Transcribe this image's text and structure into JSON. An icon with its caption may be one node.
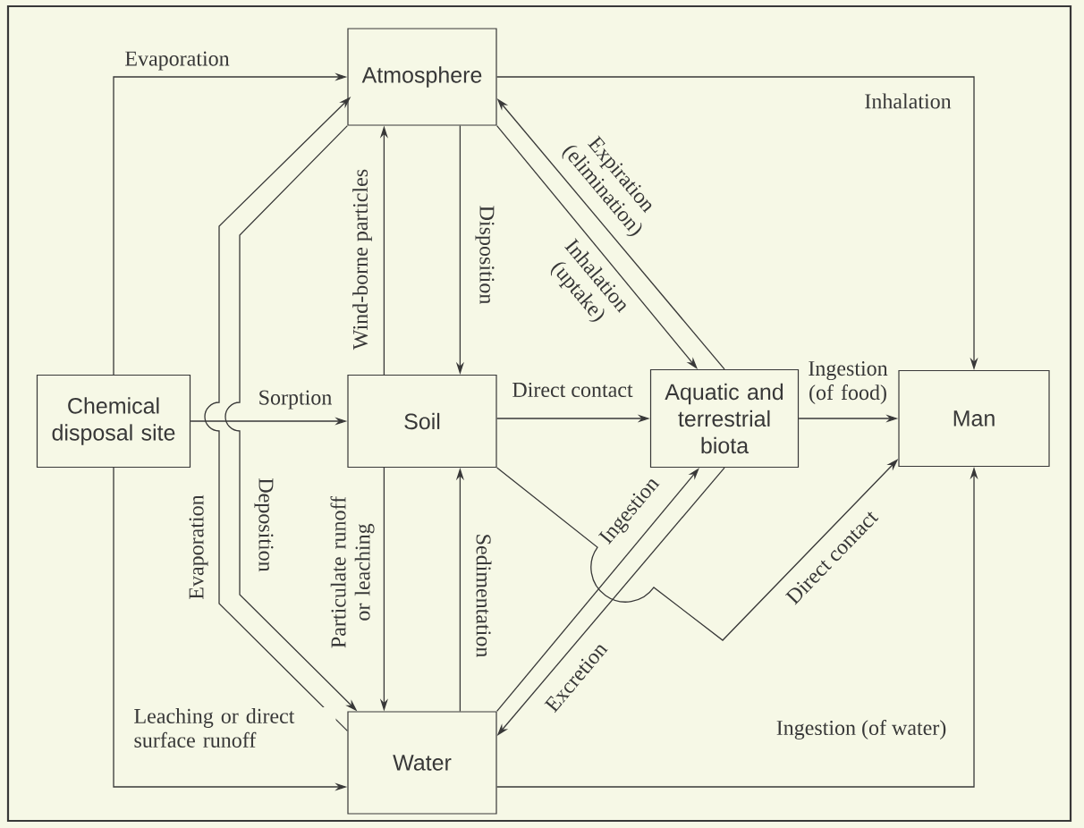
{
  "diagram": {
    "nodes": [
      {
        "text": [
          "Chemical disposal site"
        ]
      },
      {
        "text": [
          "Atmosphere"
        ]
      },
      {
        "text": [
          "Soil"
        ]
      },
      {
        "text": [
          "Aquatic and terrestrial biota"
        ]
      },
      {
        "text": [
          "Man"
        ]
      },
      {
        "text": [
          "Water"
        ]
      }
    ],
    "edges": [
      {
        "from": 0,
        "to": 1,
        "arrow": "to",
        "label": "Evaporation"
      },
      {
        "from": 0,
        "to": 5,
        "arrow": "to",
        "label": "Leaching or direct surface runoff"
      },
      {
        "from": 0,
        "to": 2,
        "arrow": "to",
        "label": "Sorption"
      },
      {
        "from": 5,
        "to": 1,
        "arrow": "to",
        "label": "Evaporation"
      },
      {
        "from": 1,
        "to": 5,
        "arrow": "to",
        "label": "Deposition"
      },
      {
        "from": 2,
        "to": 1,
        "arrow": "to",
        "label": "Wind-borne particles"
      },
      {
        "from": 1,
        "to": 2,
        "arrow": "to",
        "label": "Disposition"
      },
      {
        "from": 2,
        "to": 5,
        "arrow": "to",
        "label": "Particulate runoff or leaching"
      },
      {
        "from": 5,
        "to": 2,
        "arrow": "to",
        "label": "Sedimentation"
      },
      {
        "from": 2,
        "to": 3,
        "arrow": "to",
        "label": "Direct contact"
      },
      {
        "from": 1,
        "to": 4,
        "arrow": "to",
        "label": "Inhalation"
      },
      {
        "from": 3,
        "to": 1,
        "arrow": "to",
        "label": "Expiration (elimination)"
      },
      {
        "from": 1,
        "to": 3,
        "arrow": "to",
        "label": "Inhalation (uptake)"
      },
      {
        "from": 3,
        "to": 4,
        "arrow": "to",
        "label": "Ingestion (of food)"
      },
      {
        "from": 5,
        "to": 3,
        "arrow": "to",
        "label": "Ingestion"
      },
      {
        "from": 3,
        "to": 5,
        "arrow": "to",
        "label": "Excretion"
      },
      {
        "from": 2,
        "to": 4,
        "arrow": "to",
        "label": "Direct contact"
      },
      {
        "from": 5,
        "to": 4,
        "arrow": "to",
        "label": "Ingestion (of water)"
      }
    ]
  }
}
